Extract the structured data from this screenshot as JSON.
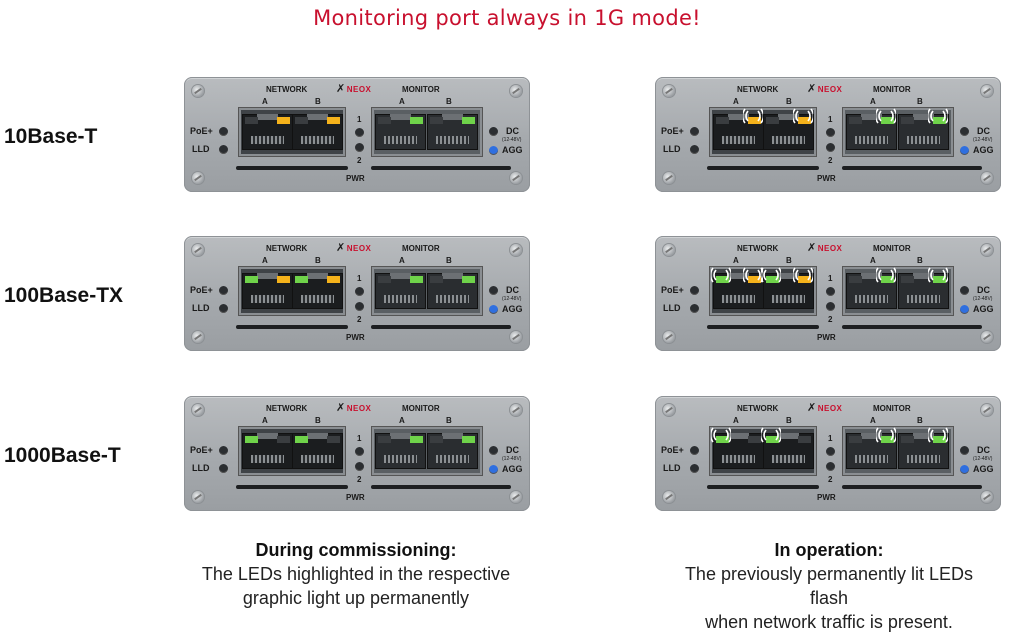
{
  "title": "Monitoring port always in 1G mode!",
  "colors": {
    "title": "#c8102e",
    "led_green": "#6fd34a",
    "led_orange": "#f5b21b",
    "led_blue": "#2f6fe0"
  },
  "rows": [
    {
      "label": "10Base-T",
      "commissioning": {
        "net_a": [
          "off",
          "orange"
        ],
        "net_b": [
          "off",
          "orange"
        ],
        "mon_a": [
          "off",
          "green"
        ],
        "mon_b": [
          "off",
          "green"
        ]
      },
      "operation": {
        "net_a": [
          "off",
          "orange"
        ],
        "net_b": [
          "off",
          "orange"
        ],
        "mon_a": [
          "off",
          "green"
        ],
        "mon_b": [
          "off",
          "green"
        ],
        "flash": [
          "net_a_R",
          "net_b_R",
          "mon_a_R",
          "mon_b_R"
        ]
      }
    },
    {
      "label": "100Base-TX",
      "commissioning": {
        "net_a": [
          "green",
          "orange"
        ],
        "net_b": [
          "green",
          "orange"
        ],
        "mon_a": [
          "off",
          "green"
        ],
        "mon_b": [
          "off",
          "green"
        ]
      },
      "operation": {
        "net_a": [
          "green",
          "orange"
        ],
        "net_b": [
          "green",
          "orange"
        ],
        "mon_a": [
          "off",
          "green"
        ],
        "mon_b": [
          "off",
          "green"
        ],
        "flash": [
          "net_a_L",
          "net_a_R",
          "net_b_L",
          "net_b_R",
          "mon_a_R",
          "mon_b_R"
        ]
      }
    },
    {
      "label": "1000Base-T",
      "commissioning": {
        "net_a": [
          "green",
          "off"
        ],
        "net_b": [
          "green",
          "off"
        ],
        "mon_a": [
          "off",
          "green"
        ],
        "mon_b": [
          "off",
          "green"
        ]
      },
      "operation": {
        "net_a": [
          "green",
          "off"
        ],
        "net_b": [
          "green",
          "off"
        ],
        "mon_a": [
          "off",
          "green"
        ],
        "mon_b": [
          "off",
          "green"
        ],
        "flash": [
          "net_a_L",
          "net_b_L",
          "mon_a_R",
          "mon_b_R"
        ]
      }
    }
  ],
  "device": {
    "network_label": "NETWORK",
    "monitor_label": "MONITOR",
    "port_a": "A",
    "port_b": "B",
    "brand": "NEOX",
    "poe_label": "PoE+",
    "lld_label": "LLD",
    "dc_label": "DC",
    "dc_voltage": "(12-48V)",
    "agg_label": "AGG",
    "pwr_label": "PWR",
    "pwr_1": "1",
    "pwr_2": "2"
  },
  "captions": {
    "commissioning": {
      "heading": "During commissioning:",
      "line1": "The LEDs highlighted in the respective",
      "line2": "graphic light up permanently"
    },
    "operation": {
      "heading": "In operation:",
      "line1": "The previously permanently lit LEDs flash",
      "line2": "when network traffic is present."
    }
  }
}
